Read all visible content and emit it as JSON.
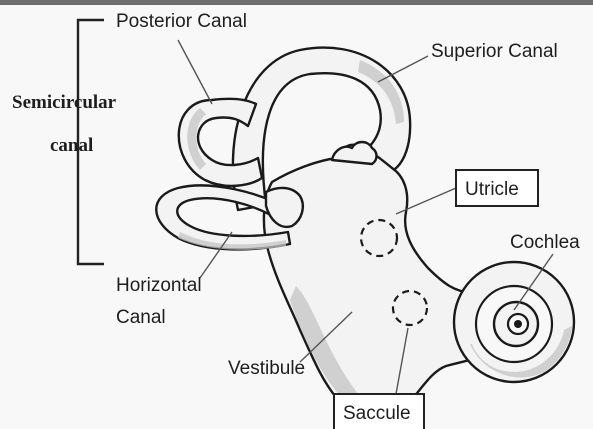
{
  "labels": {
    "posterior_canal": "Posterior Canal",
    "superior_canal": "Superior Canal",
    "semicircular_canal_line1": "Semicircular",
    "semicircular_canal_line2": "canal",
    "utricle": "Utricle",
    "cochlea": "Cochlea",
    "horizontal_canal_line1": "Horizontal",
    "horizontal_canal_line2": "Canal",
    "vestibule": "Vestibule",
    "saccule": "Saccule"
  }
}
